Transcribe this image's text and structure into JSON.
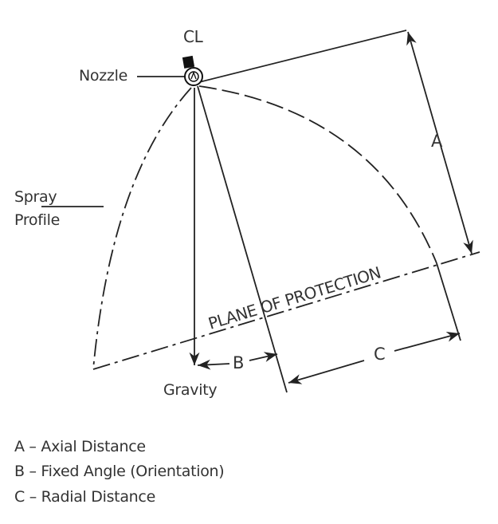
{
  "labels": {
    "centerline": "CL",
    "nozzle": "Nozzle",
    "spray_profile_1": "Spray",
    "spray_profile_2": "Profile",
    "gravity": "Gravity",
    "plane": "PLANE OF PROTECTION",
    "dim_a": "A",
    "dim_b": "B",
    "dim_c": "C"
  },
  "legend": [
    "A – Axial Distance",
    "B – Fixed Angle (Orientation)",
    "C – Radial Distance"
  ]
}
